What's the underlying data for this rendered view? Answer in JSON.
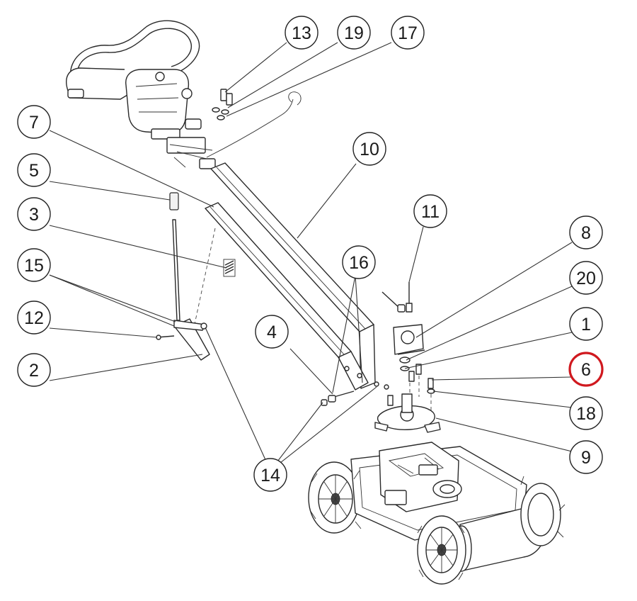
{
  "diagram": {
    "highlight_color": "#d0191f",
    "highlighted_callout": "6",
    "callouts": [
      {
        "id": "c13",
        "label": "13"
      },
      {
        "id": "c19",
        "label": "19"
      },
      {
        "id": "c17",
        "label": "17"
      },
      {
        "id": "c7",
        "label": "7"
      },
      {
        "id": "c10",
        "label": "10"
      },
      {
        "id": "c5",
        "label": "5"
      },
      {
        "id": "c3",
        "label": "3"
      },
      {
        "id": "c11",
        "label": "11"
      },
      {
        "id": "c8",
        "label": "8"
      },
      {
        "id": "c15",
        "label": "15"
      },
      {
        "id": "c16",
        "label": "16"
      },
      {
        "id": "c20",
        "label": "20"
      },
      {
        "id": "c12",
        "label": "12"
      },
      {
        "id": "c4",
        "label": "4"
      },
      {
        "id": "c1",
        "label": "1"
      },
      {
        "id": "c2",
        "label": "2"
      },
      {
        "id": "c6",
        "label": "6"
      },
      {
        "id": "c18",
        "label": "18"
      },
      {
        "id": "c9",
        "label": "9"
      },
      {
        "id": "c14",
        "label": "14"
      }
    ]
  }
}
